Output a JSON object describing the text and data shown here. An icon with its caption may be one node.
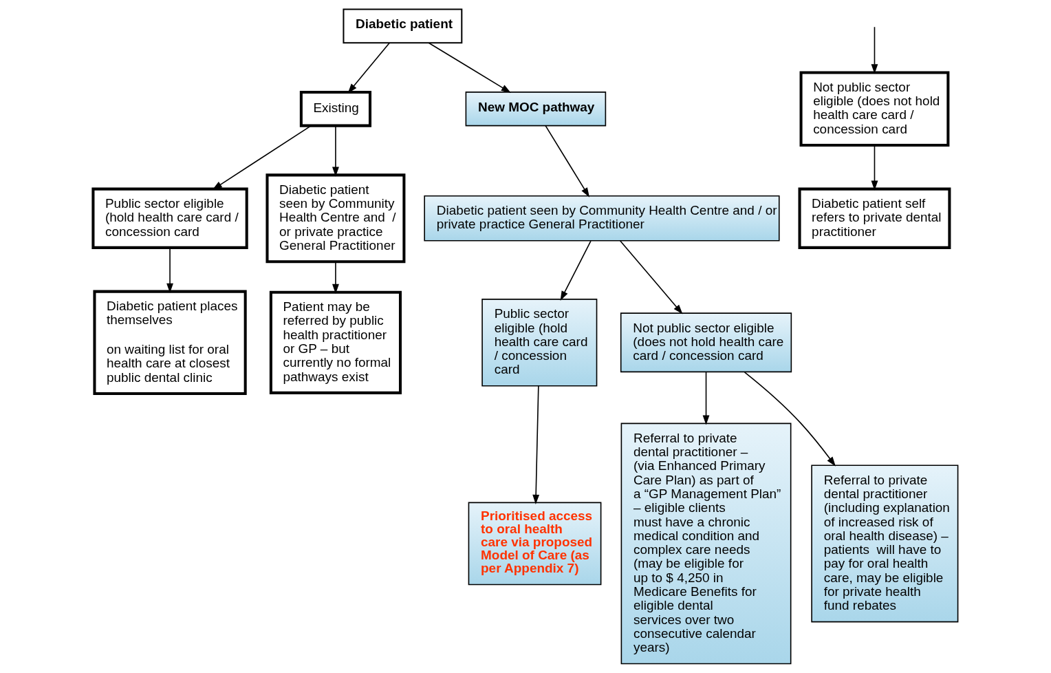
{
  "diagram": {
    "nodes": [
      {
        "text": [
          "Diabetic patient"
        ]
      },
      {
        "text": [
          "Existing"
        ]
      },
      {
        "text": [
          "New MOC pathway"
        ]
      },
      {
        "text": [
          "Public sector eligible (hold health care card / concession card"
        ]
      },
      {
        "text": [
          "Not public sector eligible (does not hold health care card / concession card"
        ]
      },
      {
        "text": [
          "Diabetic patient seen by Community Health Centre and  / or private practice General Practitioner"
        ]
      },
      {
        "text": [
          "Diabetic patient places themselves",
          "on waiting list for oral health care at closest public dental clinic"
        ]
      },
      {
        "text": [
          "Diabetic patient self refers to private dental practitioner"
        ]
      },
      {
        "text": [
          "Patient may be referred by public health practitioner or GP – but currently no formal pathways exist"
        ]
      },
      {
        "text": [
          "Diabetic patient seen by Community Health Centre and / or private practice General Practitioner"
        ]
      },
      {
        "text": [
          "Public sector eligible (hold health care card / concession card"
        ]
      },
      {
        "text": [
          "Not public sector eligible (does not hold health care card / concession card"
        ]
      },
      {
        "text": [
          "Prioritised access to oral health care via proposed Model of Care (as per Appendix 7)"
        ]
      },
      {
        "text": [
          "Referral to private dental practitioner – (via Enhanced Primary Care Plan) as part of a “GP Management Plan” – eligible clients must have a chronic medical condition and complex care needs (may be eligible for up to $ 4,250 in Medicare Benefits for eligible dental services over two consecutive calendar years)"
        ]
      },
      {
        "text": [
          "Referral to private dental practitioner (including explanation of increased risk of oral health disease) – patients  will have to pay for oral health care, may be eligible for private health fund rebates"
        ]
      }
    ],
    "edges": [
      {
        "from": 0,
        "to": 1,
        "arrow": "to"
      },
      {
        "from": 0,
        "to": 2,
        "arrow": "to"
      },
      {
        "from": 1,
        "to": 3,
        "arrow": "to"
      },
      {
        "from": 1,
        "to": 5,
        "arrow": "to"
      },
      {
        "from": null,
        "to": 4,
        "arrow": "to"
      },
      {
        "from": 2,
        "to": 9,
        "arrow": "to"
      },
      {
        "from": 3,
        "to": 6,
        "arrow": "to"
      },
      {
        "from": 4,
        "to": 7,
        "arrow": "to"
      },
      {
        "from": 5,
        "to": 8,
        "arrow": "to"
      },
      {
        "from": 9,
        "to": 10,
        "arrow": "to"
      },
      {
        "from": 9,
        "to": 11,
        "arrow": "to"
      },
      {
        "from": 10,
        "to": 12,
        "arrow": "to"
      },
      {
        "from": 11,
        "to": 13,
        "arrow": "to"
      },
      {
        "from": 11,
        "to": 14,
        "arrow": "to"
      }
    ]
  }
}
